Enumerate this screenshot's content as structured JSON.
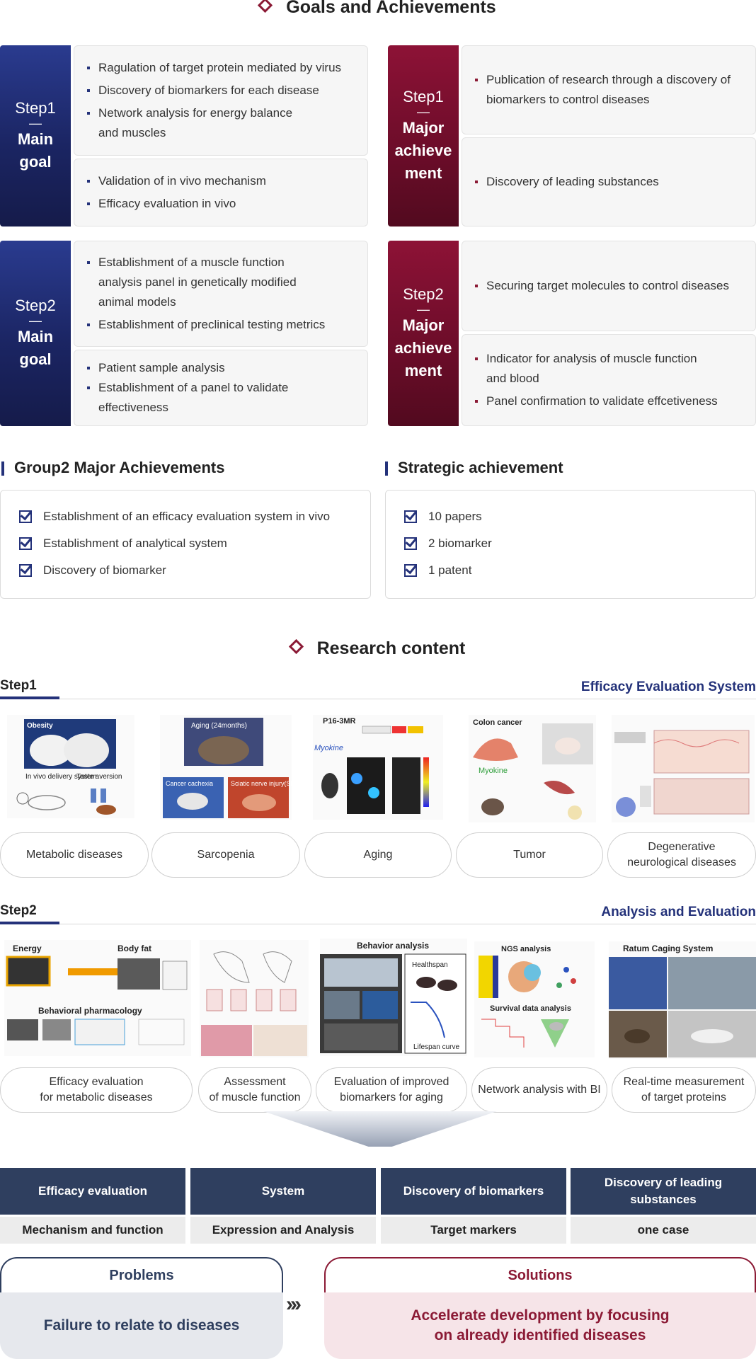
{
  "goals_title": "Goals and Achievements",
  "goals": [
    {
      "step": "Step1",
      "dash": "—",
      "title": [
        "Main",
        "goal"
      ],
      "cards": [
        [
          "Ragulation of target protein mediated by virus",
          "Discovery of biomarkers for each disease",
          "Network analysis for energy balance and muscles"
        ],
        [
          "Validation of in vivo mechanism",
          "Efficacy evaluation in vivo"
        ]
      ]
    },
    {
      "step": "Step1",
      "dash": "—",
      "title": [
        "Major",
        "achieve",
        "ment"
      ],
      "cards": [
        [
          "Publication of research through a discovery of biomarkers to control  diseases"
        ],
        [
          "Discovery of leading substances"
        ]
      ]
    },
    {
      "step": "Step2",
      "dash": "—",
      "title": [
        "Main",
        "goal"
      ],
      "cards": [
        [
          "Establishment of a muscle function analysis panel in genetically modified animal models",
          "Establishment of preclinical testing metrics"
        ],
        [
          "Patient sample analysis",
          "Establishment of a panel to validate effectiveness"
        ]
      ]
    },
    {
      "step": "Step2",
      "dash": "—",
      "title": [
        "Major",
        "achieve",
        "ment"
      ],
      "cards": [
        [
          "Securing target molecules to control diseases"
        ],
        [
          "Indicator for analysis of muscle function and blood",
          "Panel confirmation to validate effcetiveness"
        ]
      ]
    }
  ],
  "group2": {
    "title": "Group2 Major Achievements",
    "items": [
      "Establishment of an efficacy evaluation system in vivo",
      "Establishment of analytical system",
      "Discovery of biomarker"
    ]
  },
  "strategic": {
    "title": "Strategic achievement",
    "items": [
      "10 papers",
      "2 biomarker",
      "1 patent"
    ]
  },
  "research_title": "Research content",
  "step1": {
    "name": "Step1",
    "right": "Efficacy Evaluation System",
    "image_labels": [
      [
        "Obesity",
        "In vivo delivery system",
        "Taste aversion"
      ],
      [
        "Aging (24months)",
        "Cancer cachexia",
        "Sciatic nerve injury(SNI)"
      ],
      [
        "P16-3MR",
        "Myokine"
      ],
      [
        "Colon cancer",
        "Myokine"
      ],
      []
    ],
    "pills": [
      "Metabolic diseases",
      "Sarcopenia",
      "Aging",
      "Tumor",
      "Degenerative\nneurological diseases"
    ]
  },
  "step2": {
    "name": "Step2",
    "right": "Analysis and Evaluation",
    "image_labels": [
      [
        "Energy",
        "Body fat",
        "Behavioral pharmacology"
      ],
      [],
      [
        "Behavior analysis",
        "Healthspan",
        "Lifespan curve"
      ],
      [
        "NGS analysis",
        "Survival data analysis"
      ],
      [
        "Ratum Caging System"
      ]
    ],
    "pills": [
      "Efficacy evaluation\nfor metabolic diseases",
      "Assessment\nof muscle function",
      "Evaluation of improved\nbiomarkers for aging",
      "Network analysis with BI",
      "Real-time measurement\nof target proteins"
    ]
  },
  "summary": [
    {
      "top": "Efficacy evaluation",
      "bottom": "Mechanism and function"
    },
    {
      "top": "System",
      "bottom": "Expression and Analysis"
    },
    {
      "top": "Discovery of biomarkers",
      "bottom": "Target markers"
    },
    {
      "top": "Discovery of leading\nsubstances",
      "bottom": "one case"
    }
  ],
  "problems": {
    "title": "Problems",
    "body": "Failure to relate to diseases"
  },
  "solutions": {
    "title": "Solutions",
    "body": "Accelerate development by focusing\non already identified diseases"
  },
  "arrows": "›››",
  "colors": {
    "navy": "#24327a",
    "maroon": "#8b1a35",
    "summary": "#2f3f5f"
  }
}
